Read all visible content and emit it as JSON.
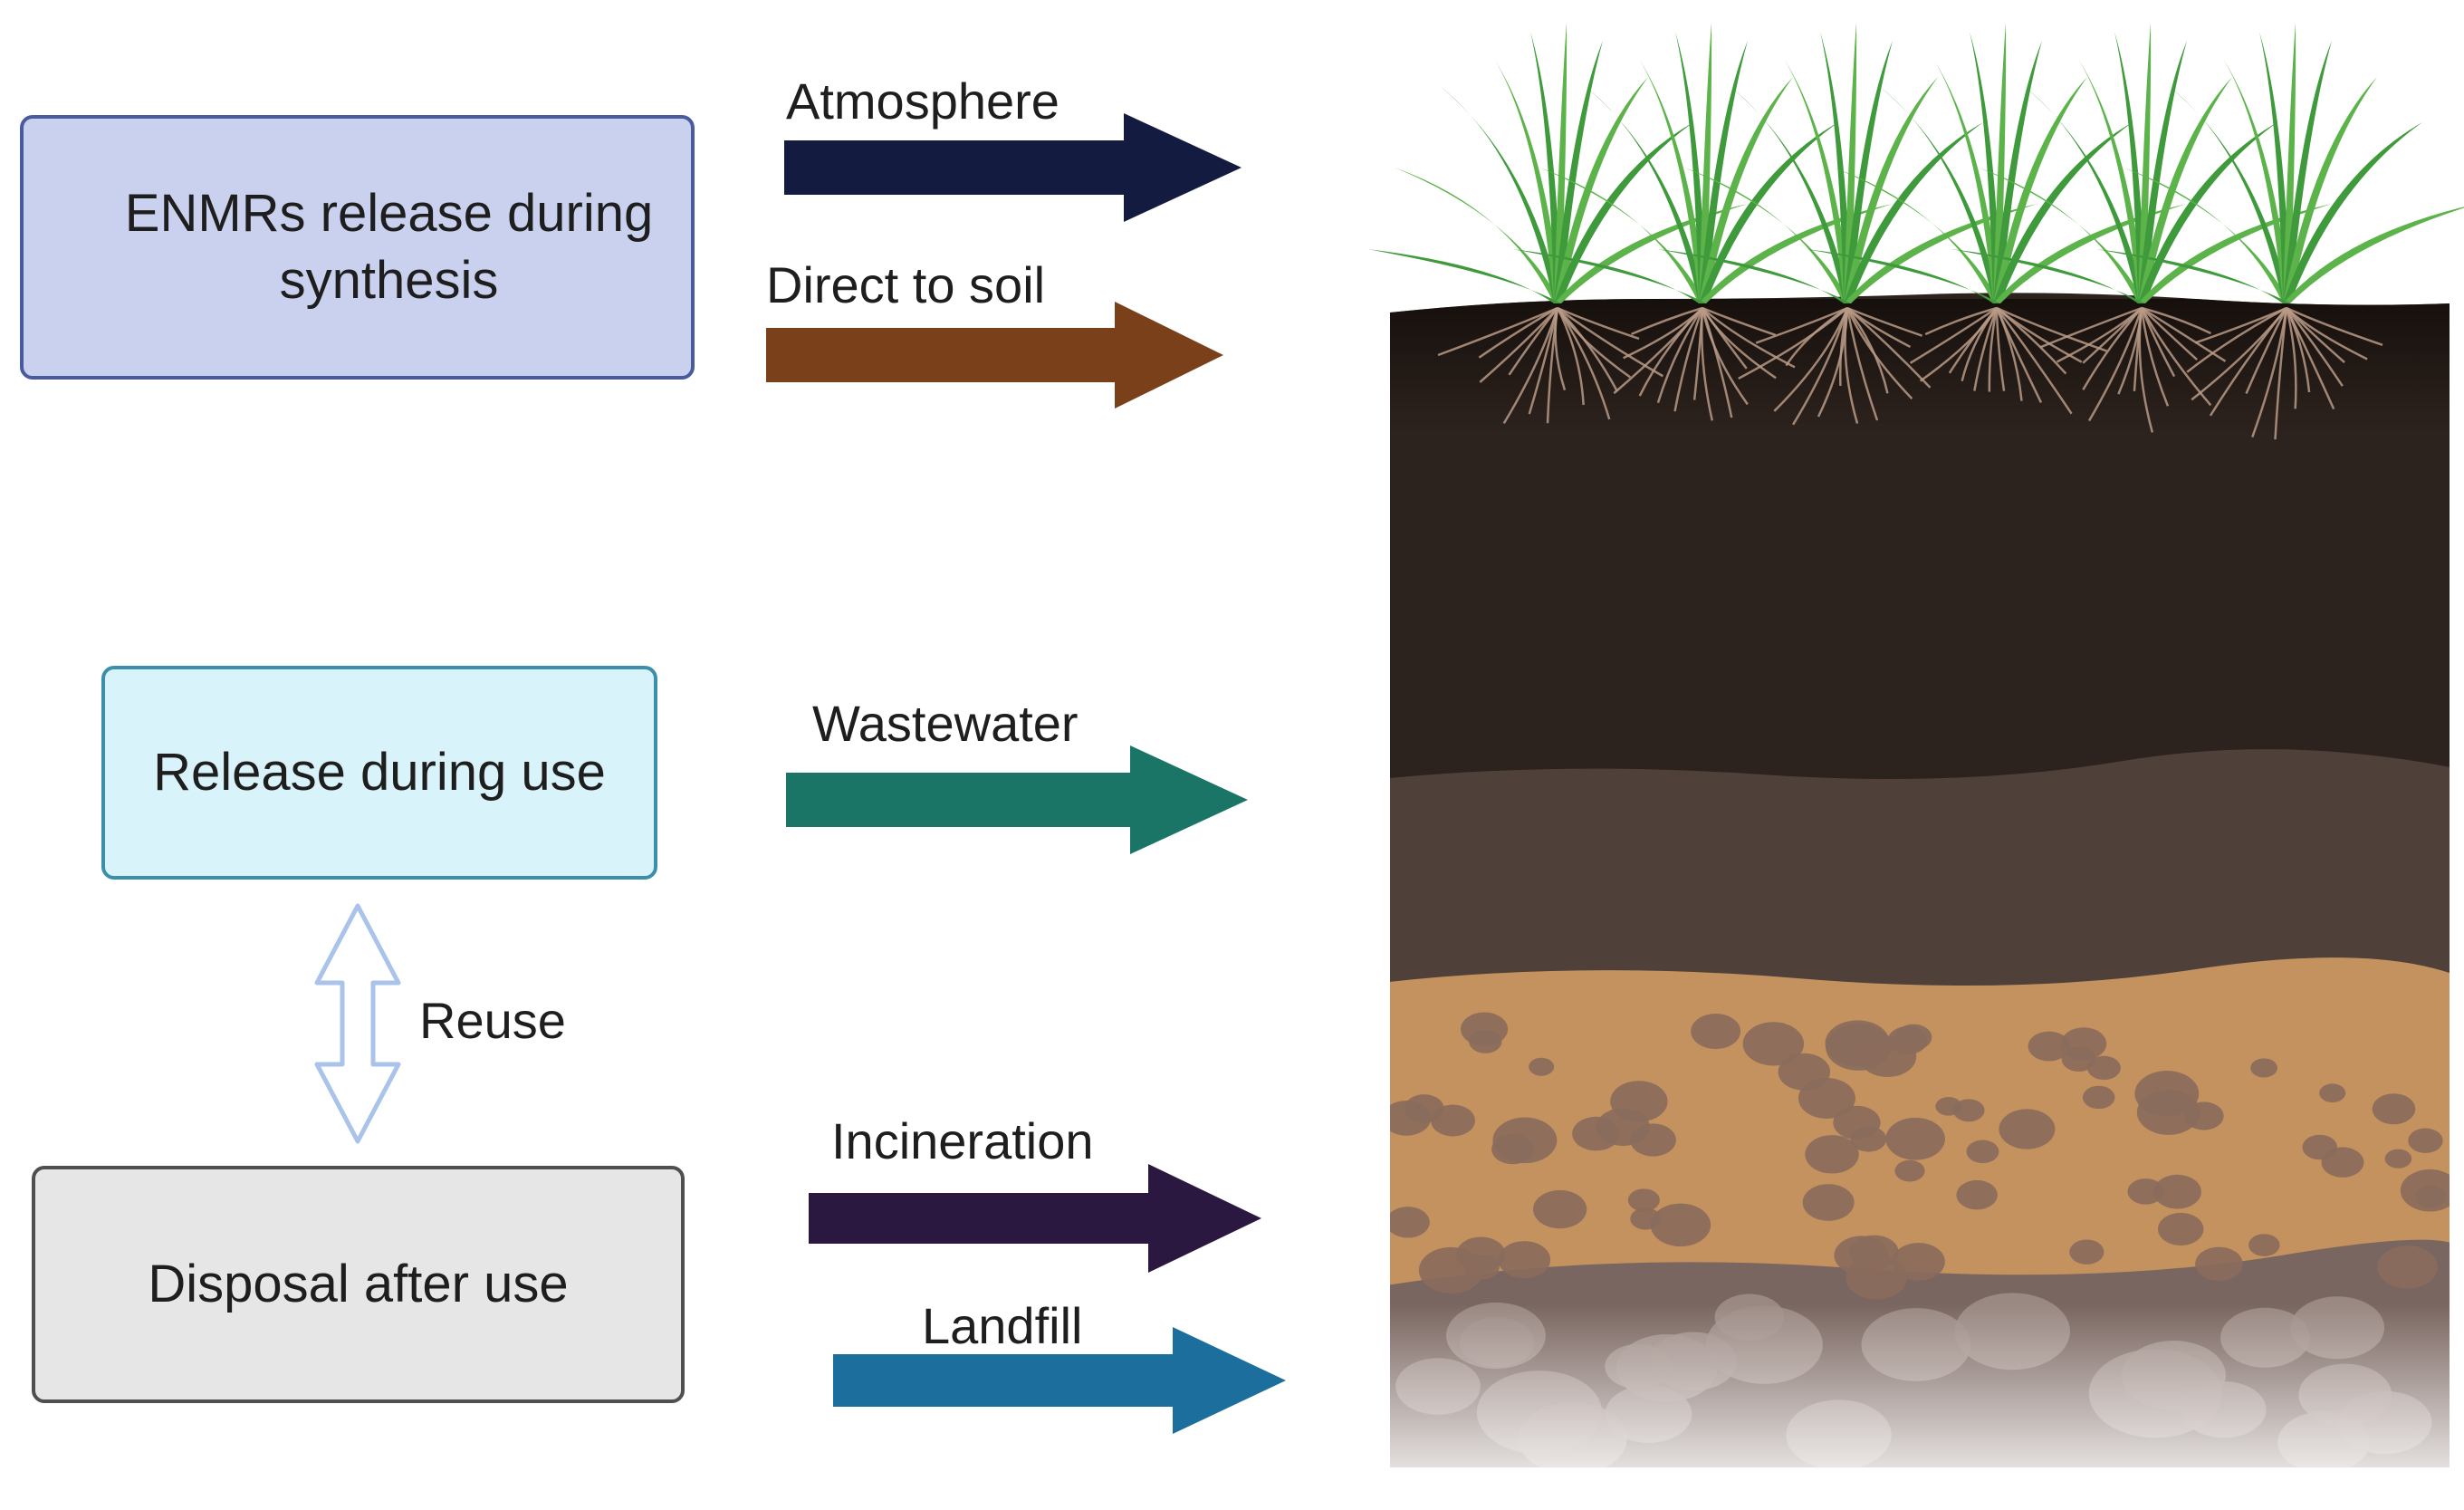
{
  "sources": {
    "synthesis": {
      "label": "ENMRs release during synthesis"
    },
    "use": {
      "label": "Release during use"
    },
    "disposal": {
      "label": "Disposal after use"
    }
  },
  "pathways": {
    "atmosphere": {
      "label": "Atmosphere",
      "color": "#141b40"
    },
    "direct_soil": {
      "label": "Direct to soil",
      "color": "#7a4019"
    },
    "wastewater": {
      "label": "Wastewater",
      "color": "#1b7567"
    },
    "incineration": {
      "label": "Incineration",
      "color": "#2a1840"
    },
    "landfill": {
      "label": "Landfill",
      "color": "#1c6f9c"
    }
  },
  "reuse": {
    "label": "Reuse",
    "color": "#a9c3ea"
  },
  "soil_profile": {
    "colors": {
      "topsoil": "#2d231e",
      "subsoil": "#50403a",
      "parent_material": "#c4925e",
      "bedrock": "#7a6660",
      "grass": "#3f9a3c"
    }
  }
}
